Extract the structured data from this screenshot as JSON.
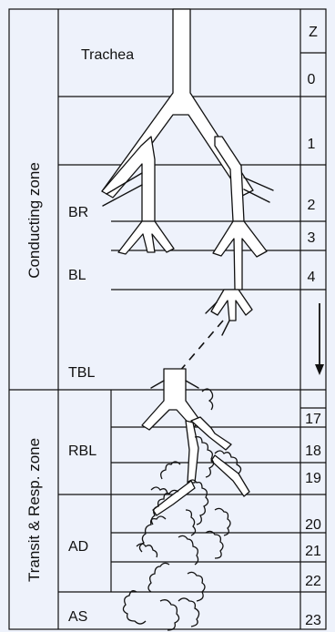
{
  "zones": {
    "conducting": "Conducting zone",
    "transit": "Transit & Resp. zone"
  },
  "structures": {
    "trachea": "Trachea",
    "br": "BR",
    "bl": "BL",
    "tbl": "TBL",
    "rbl": "RBL",
    "ad": "AD",
    "as": "AS"
  },
  "generation": {
    "header": "Z",
    "values": [
      "0",
      "1",
      "2",
      "3",
      "4",
      "17",
      "18",
      "19",
      "20",
      "21",
      "22",
      "23"
    ]
  }
}
